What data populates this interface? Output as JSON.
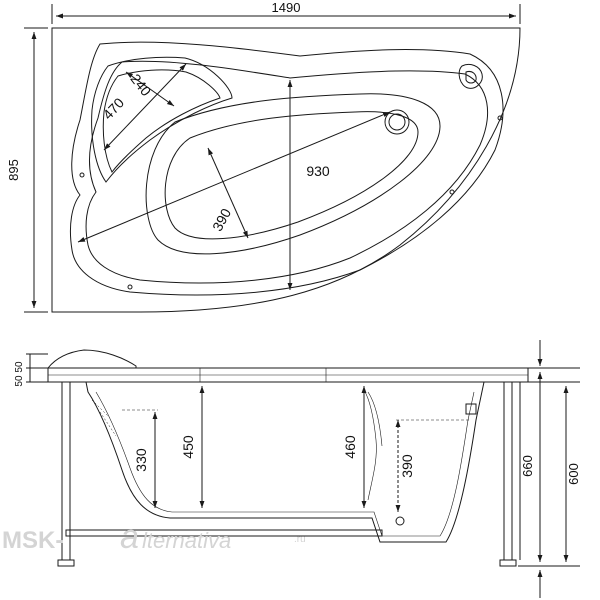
{
  "top_view": {
    "overall_width": "1490",
    "overall_depth": "895",
    "seat_width": "240",
    "seat_length": "470",
    "basin_length": "930",
    "basin_width": "390"
  },
  "side_view": {
    "rim_upper": "50",
    "rim_lower": "50",
    "left_inner_depth": "330",
    "center_left_depth": "450",
    "center_right_depth": "460",
    "right_inner_depth": "390",
    "total_height": "660",
    "body_height": "600"
  },
  "watermark": {
    "brand_left": "MSK-",
    "brand_letter": "a",
    "brand_right": "lternativa",
    "tld": ".ru"
  },
  "colors": {
    "line": "#1a1a1a",
    "watermark": "#d4d4d4"
  }
}
